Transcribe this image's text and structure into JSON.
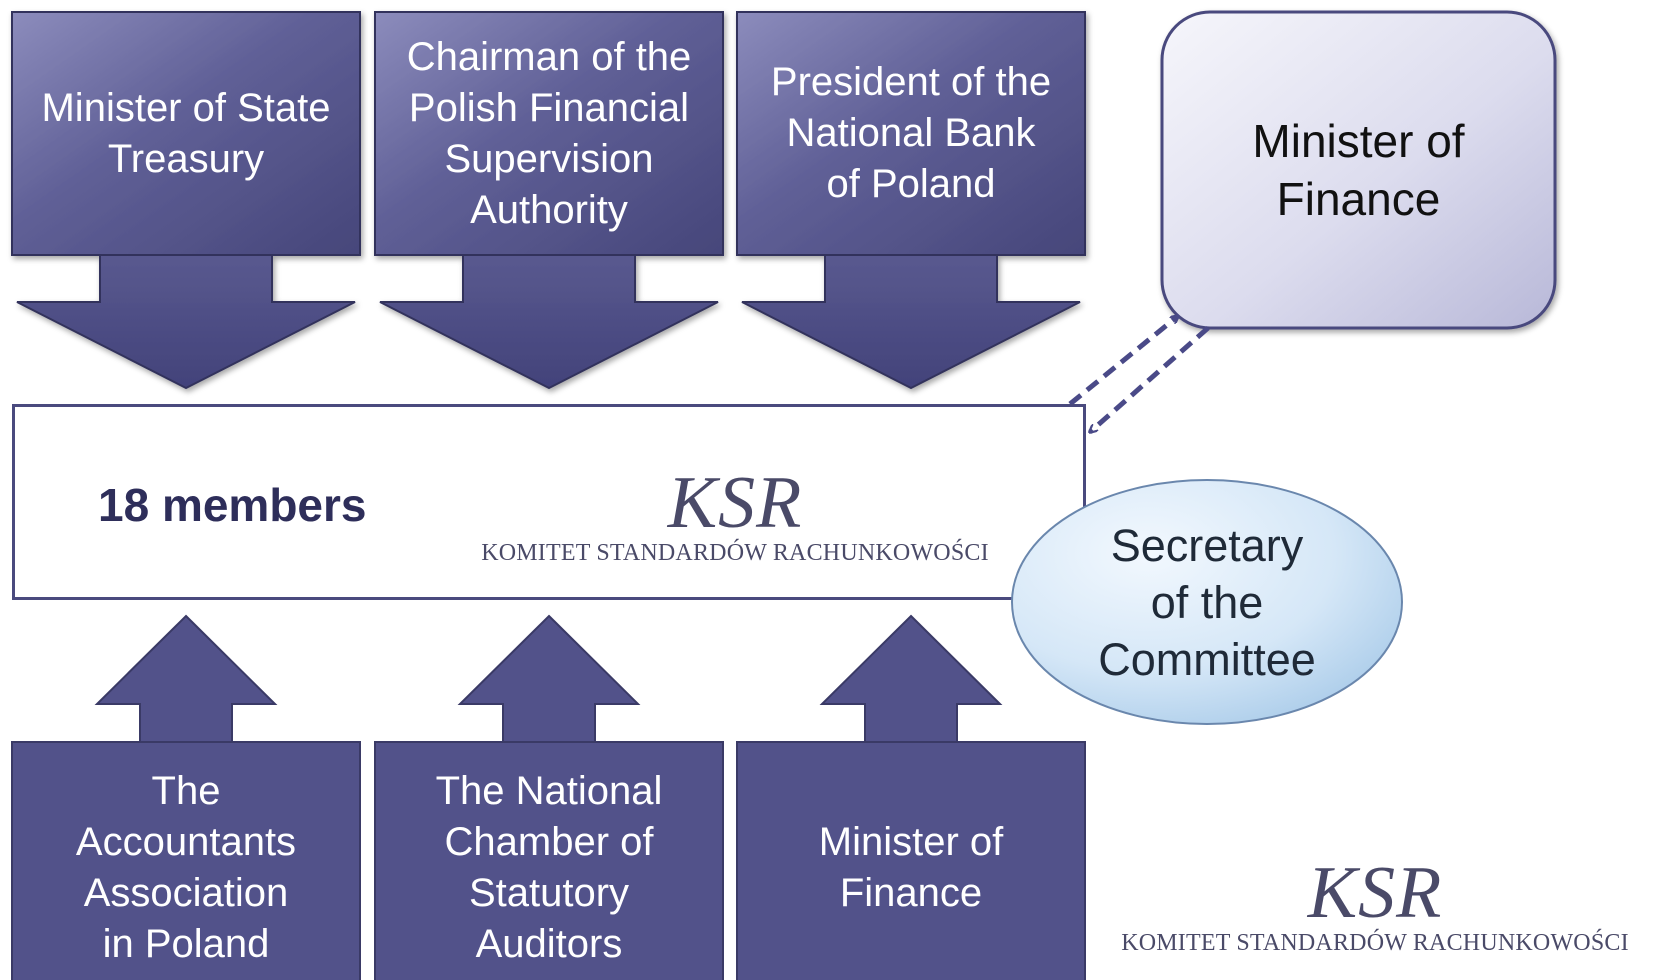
{
  "diagram": {
    "top_boxes": [
      {
        "label": "Minister of State\nTreasury"
      },
      {
        "label": "Chairman of the\nPolish Financial\nSupervision\nAuthority"
      },
      {
        "label": "President of the\nNational Bank\nof Poland"
      }
    ],
    "bottom_boxes": [
      {
        "label": "The\nAccountants\nAssociation\nin Poland"
      },
      {
        "label": "The National\nChamber of\nStatutory\nAuditors"
      },
      {
        "label": "Minister of\nFinance"
      }
    ],
    "committee": {
      "members_label": "18 members",
      "logo_mark": "KSR",
      "logo_subtitle": "KOMITET STANDARDÓW RACHUNKOWOŚCI"
    },
    "minister_of_finance_box": {
      "label": "Minister of\nFinance"
    },
    "secretary": {
      "label": "Secretary\nof the\nCommittee"
    },
    "corner_logo": {
      "mark": "KSR",
      "subtitle": "KOMITET STANDARDÓW RACHUNKOWOŚCI"
    },
    "colors": {
      "box_fill": "#52528a",
      "box_dark": "#3e3e6e",
      "box_border": "#33335c",
      "minister_fill_light": "#f3f3f9",
      "minister_fill_dark": "#c0c0dc",
      "ellipse_fill_light": "#eef6fd",
      "ellipse_fill_dark": "#b6d4ee",
      "ellipse_border": "#6a87ad",
      "dashed_arrow": "#4a4a88"
    }
  }
}
